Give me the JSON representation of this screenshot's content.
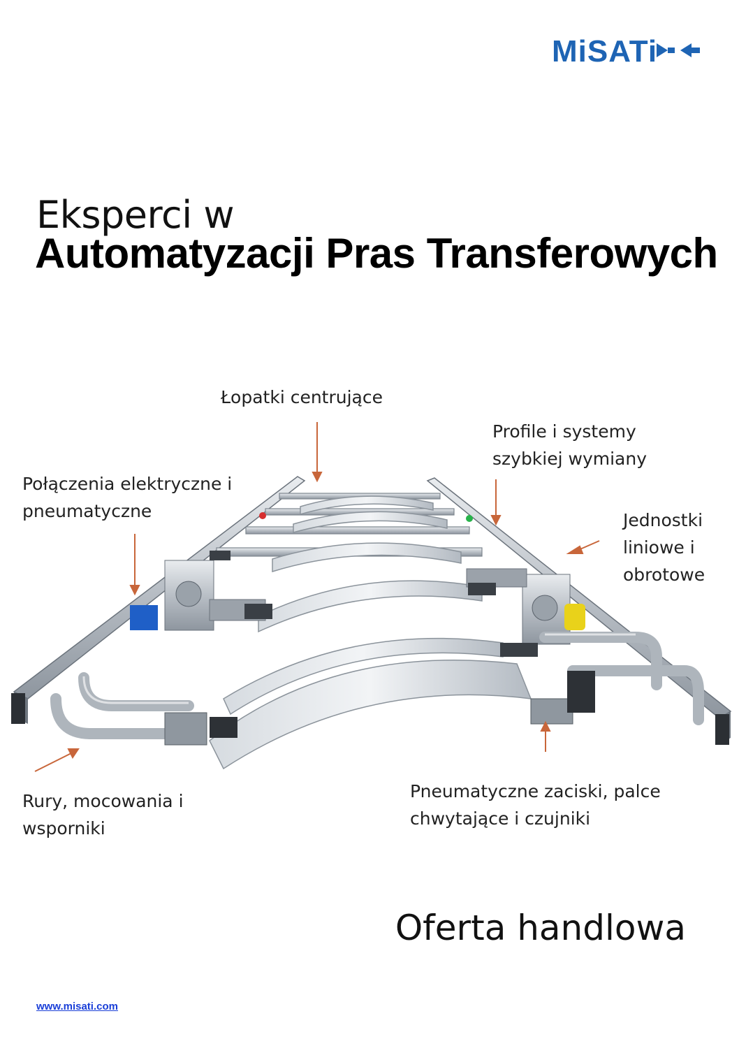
{
  "brand": {
    "logo_text": "MiSATi",
    "colors": {
      "primary": "#1e64b4",
      "accent_arrow": "#c8663a",
      "link": "#1a3fd8"
    }
  },
  "header": {
    "title_line1": "Eksperci w",
    "title_line2": "Automatyzacji Pras Transferowych"
  },
  "callouts": {
    "lopatki": [
      "Łopatki centrujące"
    ],
    "profile": [
      "Profile i systemy",
      "szybkiej wymiany"
    ],
    "polaczenia": [
      "Połączenia elektryczne i",
      "pneumatyczne"
    ],
    "jednostki": [
      "Jednostki",
      "liniowe i",
      "obrotowe"
    ],
    "rury": [
      "Rury, mocowania i",
      "wsporniki"
    ],
    "zaciski": [
      "Pneumatyczne zaciski, palce",
      "chwytające i czujniki"
    ]
  },
  "offer": "Oferta handlowa",
  "footer": {
    "website": "www.misati.com"
  }
}
